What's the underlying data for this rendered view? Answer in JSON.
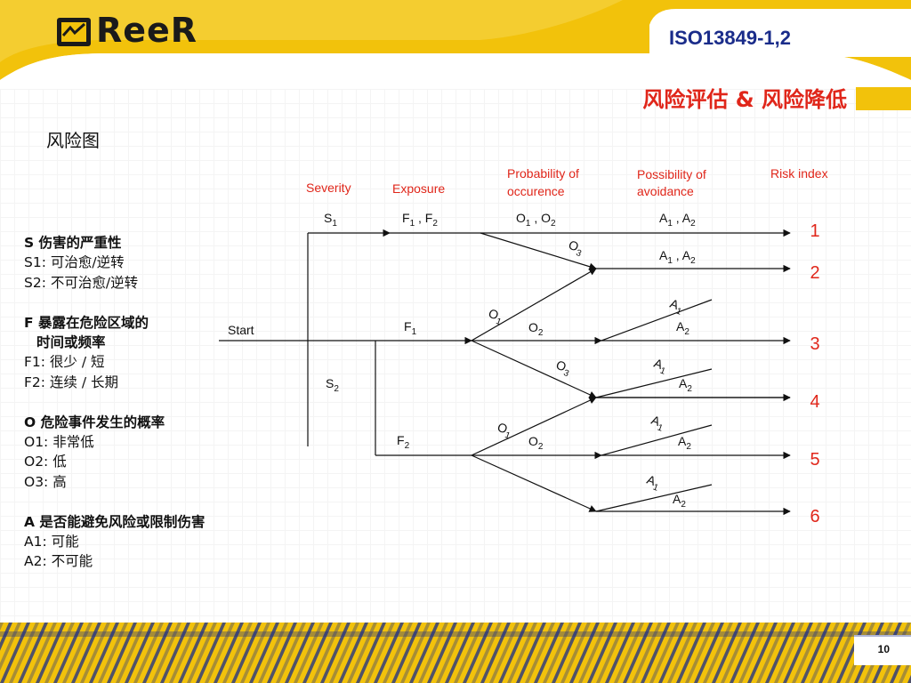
{
  "header": {
    "brand": "ReeR",
    "standard": "ISO13849-1,2",
    "title": "风险评估 & 风险降低"
  },
  "section_title": "风险图",
  "legend": [
    {
      "text": "S 伤害的严重性",
      "type": "heading"
    },
    {
      "text": "S1:  可治愈/逆转",
      "type": "item"
    },
    {
      "text": "S2:  不可治愈/逆转",
      "type": "item"
    },
    {
      "text": "",
      "type": "blank"
    },
    {
      "text": "F 暴露在危险区域的",
      "type": "heading"
    },
    {
      "text": "时间或频率",
      "type": "heading-indent"
    },
    {
      "text": "F1:  很少 / 短",
      "type": "item"
    },
    {
      "text": "F2:  连续 / 长期",
      "type": "item"
    },
    {
      "text": "",
      "type": "blank"
    },
    {
      "text": "O 危险事件发生的概率",
      "type": "heading"
    },
    {
      "text": "O1: 非常低",
      "type": "item"
    },
    {
      "text": "O2: 低",
      "type": "item"
    },
    {
      "text": "O3: 高",
      "type": "item"
    },
    {
      "text": "",
      "type": "blank"
    },
    {
      "text": "A 是否能避免风险或限制伤害",
      "type": "heading"
    },
    {
      "text": "A1:  可能",
      "type": "item"
    },
    {
      "text": "A2:  不可能",
      "type": "item"
    }
  ],
  "diagram": {
    "columns": {
      "severity": "Severity",
      "exposure": "Exposure",
      "probability": [
        "Probability of",
        "occurence"
      ],
      "avoidance": [
        "Possibility of",
        "avoidance"
      ],
      "risk_index": "Risk index"
    },
    "start": "Start",
    "branch_labels": {
      "s1": [
        "S",
        "1"
      ],
      "s2": [
        "S",
        "2"
      ],
      "f1f2": [
        "F",
        "1",
        " , F",
        "2"
      ],
      "f1": [
        "F",
        "1"
      ],
      "f2": [
        "F",
        "2"
      ],
      "o1o2_top": [
        "O",
        "1",
        " , O",
        "2"
      ],
      "o3_top": [
        "O",
        "3"
      ],
      "o1_mid": [
        "O",
        "1"
      ],
      "o2_mid": [
        "O",
        "2"
      ],
      "o3_mid": [
        "O",
        "3"
      ],
      "o1_bot": [
        "O",
        "1"
      ],
      "o2_bot": [
        "O",
        "2"
      ],
      "a1a2_r1": [
        "A",
        "1",
        " , A",
        "2"
      ],
      "a1a2_r2": [
        "A",
        "1",
        " , A",
        "2"
      ],
      "a1_r3": [
        "A",
        "1"
      ],
      "a2_r3": [
        "A",
        "2"
      ],
      "a1_r4": [
        "A",
        "1"
      ],
      "a2_r4": [
        "A",
        "2"
      ],
      "a1_r5": [
        "A",
        "1"
      ],
      "a2_r5": [
        "A",
        "2"
      ],
      "a1_r6": [
        "A",
        "1"
      ],
      "a2_r6": [
        "A",
        "2"
      ]
    },
    "risk_values": [
      "1",
      "2",
      "3",
      "4",
      "5",
      "6"
    ]
  },
  "page_number": "10",
  "colors": {
    "accent_red": "#e0261a",
    "brand_blue": "#1a2c8a",
    "brand_yellow": "#f2c20b"
  }
}
